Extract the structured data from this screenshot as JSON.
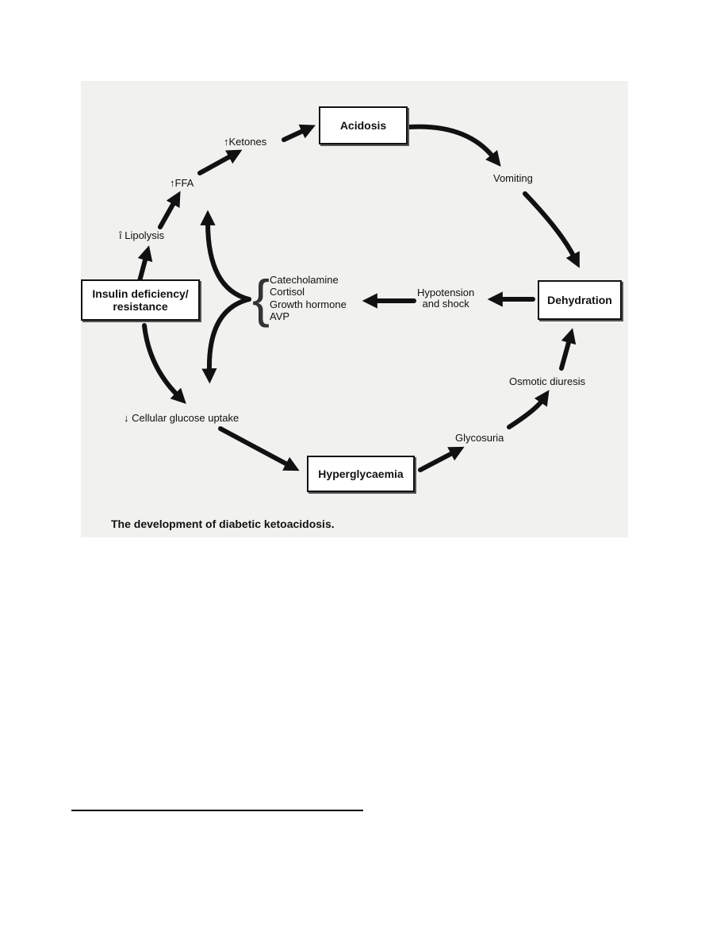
{
  "nodes": {
    "acidosis": "Acidosis",
    "insulin_line1": "Insulin deficiency/",
    "insulin_line2": "resistance",
    "dehydration": "Dehydration",
    "hyperglycaemia": "Hyperglycaemia"
  },
  "labels": {
    "ketones": "↑Ketones",
    "ffa": "↑FFA",
    "lipolysis": "î Lipolysis",
    "vomiting": "Vomiting",
    "hypotension_line1": "Hypotension",
    "hypotension_line2": "and shock",
    "osmotic": "Osmotic diuresis",
    "glycosuria": "Glycosuria",
    "glucose_uptake": "↓ Cellular glucose uptake"
  },
  "hormones": {
    "brace": "{",
    "items": [
      "Catecholamine",
      "Cortisol",
      "Growth hormone",
      "AVP"
    ]
  },
  "caption": "The development of diabetic ketoacidosis.",
  "colors": {
    "figure_background": "#f1f1ef",
    "ink": "#111111"
  }
}
